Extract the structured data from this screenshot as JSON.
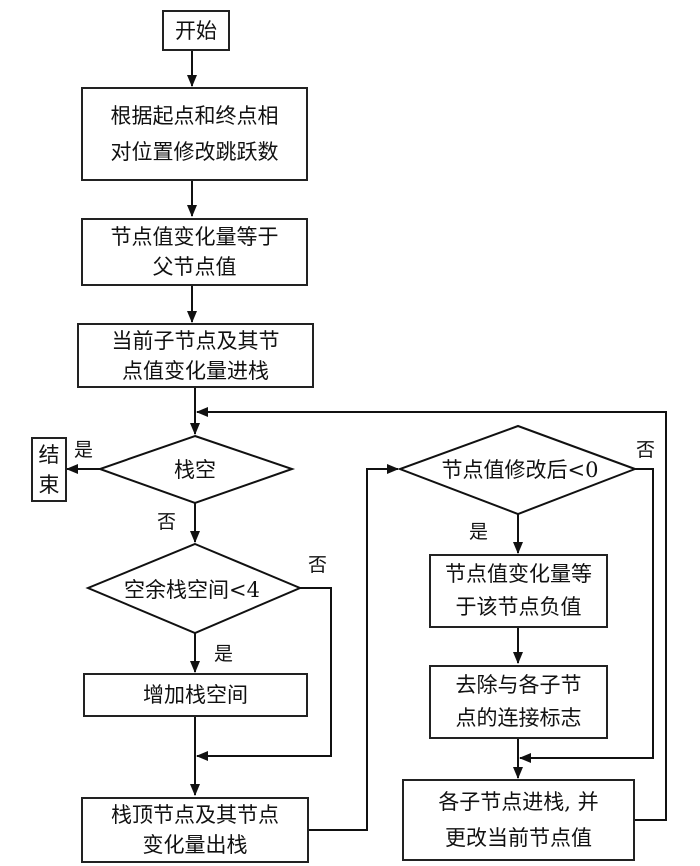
{
  "diagram": {
    "type": "flowchart",
    "nodes": {
      "start": {
        "text": "开始"
      },
      "modify_jumps": {
        "line1": "根据起点和终点相",
        "line2": "对位置修改跳跃数"
      },
      "delta_equals_parent": {
        "line1": "节点值变化量等于",
        "line2": "父节点值"
      },
      "push_current": {
        "line1": "当前子节点及其节",
        "line2": "点值变化量进栈"
      },
      "stack_empty": {
        "text": "栈空"
      },
      "end": {
        "line1": "结",
        "line2": "束"
      },
      "free_space_lt4": {
        "text": "空余栈空间<4"
      },
      "grow_stack": {
        "text": "增加栈空间"
      },
      "pop_top": {
        "line1": "栈顶节点及其节点",
        "line2": "变化量出栈"
      },
      "value_lt0": {
        "text": "节点值修改后<0"
      },
      "delta_equals_neg": {
        "line1": "节点值变化量等",
        "line2": "于该节点负值"
      },
      "remove_flags": {
        "line1": "去除与各子节",
        "line2": "点的连接标志"
      },
      "push_children": {
        "line1": "各子节点进栈, 并",
        "line2": "更改当前节点值"
      }
    },
    "labels": {
      "stack_empty_yes": "是",
      "stack_empty_no": "否",
      "free_space_no": "否",
      "free_space_yes": "是",
      "value_lt0_no": "否",
      "value_lt0_yes": "是"
    },
    "edges": [
      {
        "from": "start",
        "to": "modify_jumps"
      },
      {
        "from": "modify_jumps",
        "to": "delta_equals_parent"
      },
      {
        "from": "delta_equals_parent",
        "to": "push_current"
      },
      {
        "from": "push_current",
        "to": "stack_empty"
      },
      {
        "from": "stack_empty",
        "to": "end",
        "label": "是"
      },
      {
        "from": "stack_empty",
        "to": "free_space_lt4",
        "label": "否"
      },
      {
        "from": "free_space_lt4",
        "to": "grow_stack",
        "label": "是"
      },
      {
        "from": "free_space_lt4",
        "to": "pop_top",
        "label": "否"
      },
      {
        "from": "grow_stack",
        "to": "pop_top"
      },
      {
        "from": "pop_top",
        "to": "value_lt0"
      },
      {
        "from": "value_lt0",
        "to": "delta_equals_neg",
        "label": "是"
      },
      {
        "from": "value_lt0",
        "to": "push_children",
        "label": "否"
      },
      {
        "from": "delta_equals_neg",
        "to": "remove_flags"
      },
      {
        "from": "remove_flags",
        "to": "push_children"
      },
      {
        "from": "push_children",
        "to": "stack_empty"
      }
    ]
  }
}
